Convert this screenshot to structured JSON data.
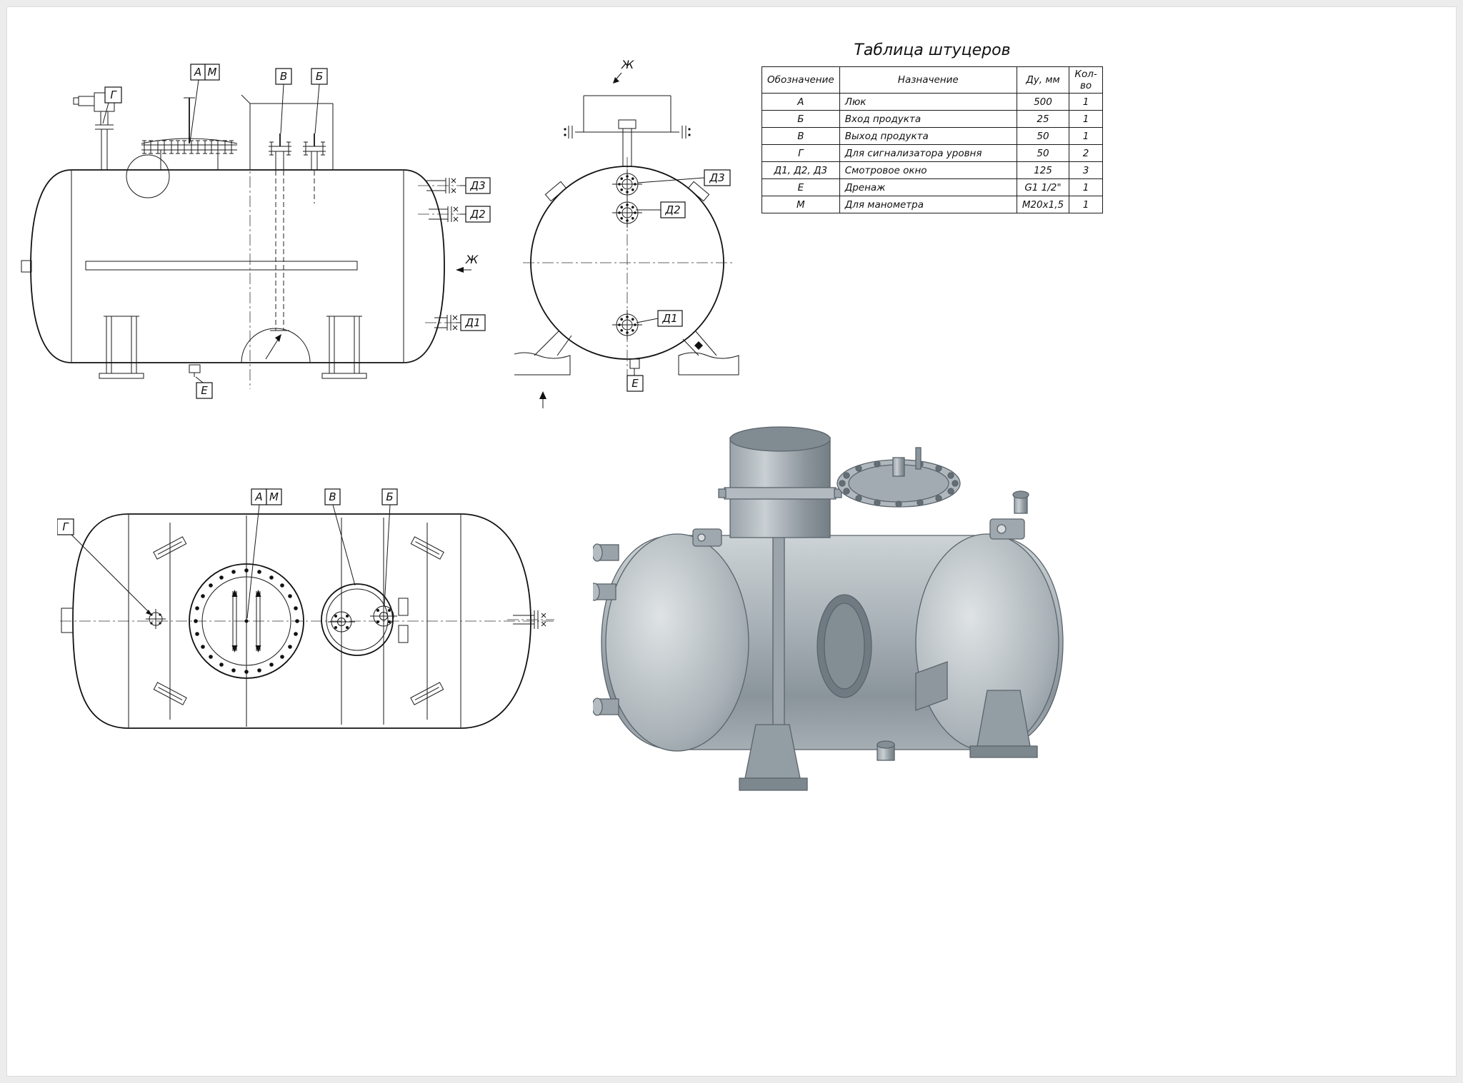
{
  "table": {
    "title": "Таблица штуцеров",
    "headers": {
      "designation": "Обозначение",
      "purpose": "Назначение",
      "dn": "Ду, мм",
      "qty": "Кол-во"
    },
    "rows": [
      {
        "designation": "А",
        "purpose": "Люк",
        "dn": "500",
        "qty": "1"
      },
      {
        "designation": "Б",
        "purpose": "Вход продукта",
        "dn": "25",
        "qty": "1"
      },
      {
        "designation": "В",
        "purpose": "Выход продукта",
        "dn": "50",
        "qty": "1"
      },
      {
        "designation": "Г",
        "purpose": "Для сигнализатора уровня",
        "dn": "50",
        "qty": "2"
      },
      {
        "designation": "Д1, Д2, Д3",
        "purpose": "Смотровое окно",
        "dn": "125",
        "qty": "3"
      },
      {
        "designation": "Е",
        "purpose": "Дренаж",
        "dn": "G1 1/2\"",
        "qty": "1"
      },
      {
        "designation": "М",
        "purpose": "Для манометра",
        "dn": "М20х1,5",
        "qty": "1"
      }
    ]
  },
  "labels": {
    "g": "Г",
    "a": "А",
    "m": "М",
    "v": "В",
    "b": "Б",
    "d1": "Д1",
    "d2": "Д2",
    "d3": "Д3",
    "e": "Е",
    "zh": "Ж"
  }
}
